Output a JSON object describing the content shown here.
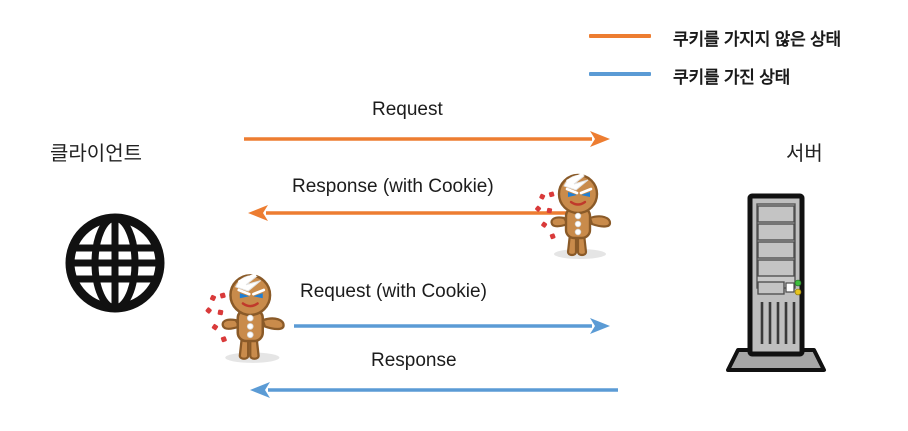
{
  "diagram": {
    "title": "HTTP Cookie Exchange Between Client and Server",
    "type": "sequence-diagram",
    "background": "#ffffff",
    "colors": {
      "no_cookie": "#ED7D31",
      "with_cookie": "#5B9BD5",
      "text": "#1c1c1c",
      "server_body": "#A6A6A6",
      "server_outline": "#000000",
      "globe": "#111111",
      "cookie_body": "#C98B4B",
      "cookie_icing": "#FFFFFF",
      "cookie_eye": "#1F7FD4",
      "cookie_crumb": "#D93A3A"
    }
  },
  "legend": {
    "items": [
      {
        "label": "쿠키를 가지지 않은 상태",
        "color": "#ED7D31",
        "icon": "orange-line-swatch"
      },
      {
        "label": "쿠키를 가진 상태",
        "color": "#5B9BD5",
        "icon": "blue-line-swatch"
      }
    ]
  },
  "nodes": {
    "client": {
      "label": "클라이언트",
      "icon": "globe-icon"
    },
    "server": {
      "label": "서버",
      "icon": "server-tower-icon"
    }
  },
  "messages": [
    {
      "id": "msg-request",
      "label": "Request",
      "direction": "right",
      "color": "#ED7D31",
      "state": "쿠키를 가지지 않은 상태"
    },
    {
      "id": "msg-response-with-cookie",
      "label": "Response (with Cookie)",
      "direction": "left",
      "color": "#ED7D31",
      "state": "쿠키를 가지지 않은 상태",
      "cookie_icon": "gingerbread-cookie-icon",
      "cookie_side": "right"
    },
    {
      "id": "msg-request-with-cookie",
      "label": "Request (with Cookie)",
      "direction": "right",
      "color": "#5B9BD5",
      "state": "쿠키를 가진 상태",
      "cookie_icon": "gingerbread-cookie-icon",
      "cookie_side": "left"
    },
    {
      "id": "msg-response",
      "label": "Response",
      "direction": "left",
      "color": "#5B9BD5",
      "state": "쿠키를 가진 상태"
    }
  ]
}
